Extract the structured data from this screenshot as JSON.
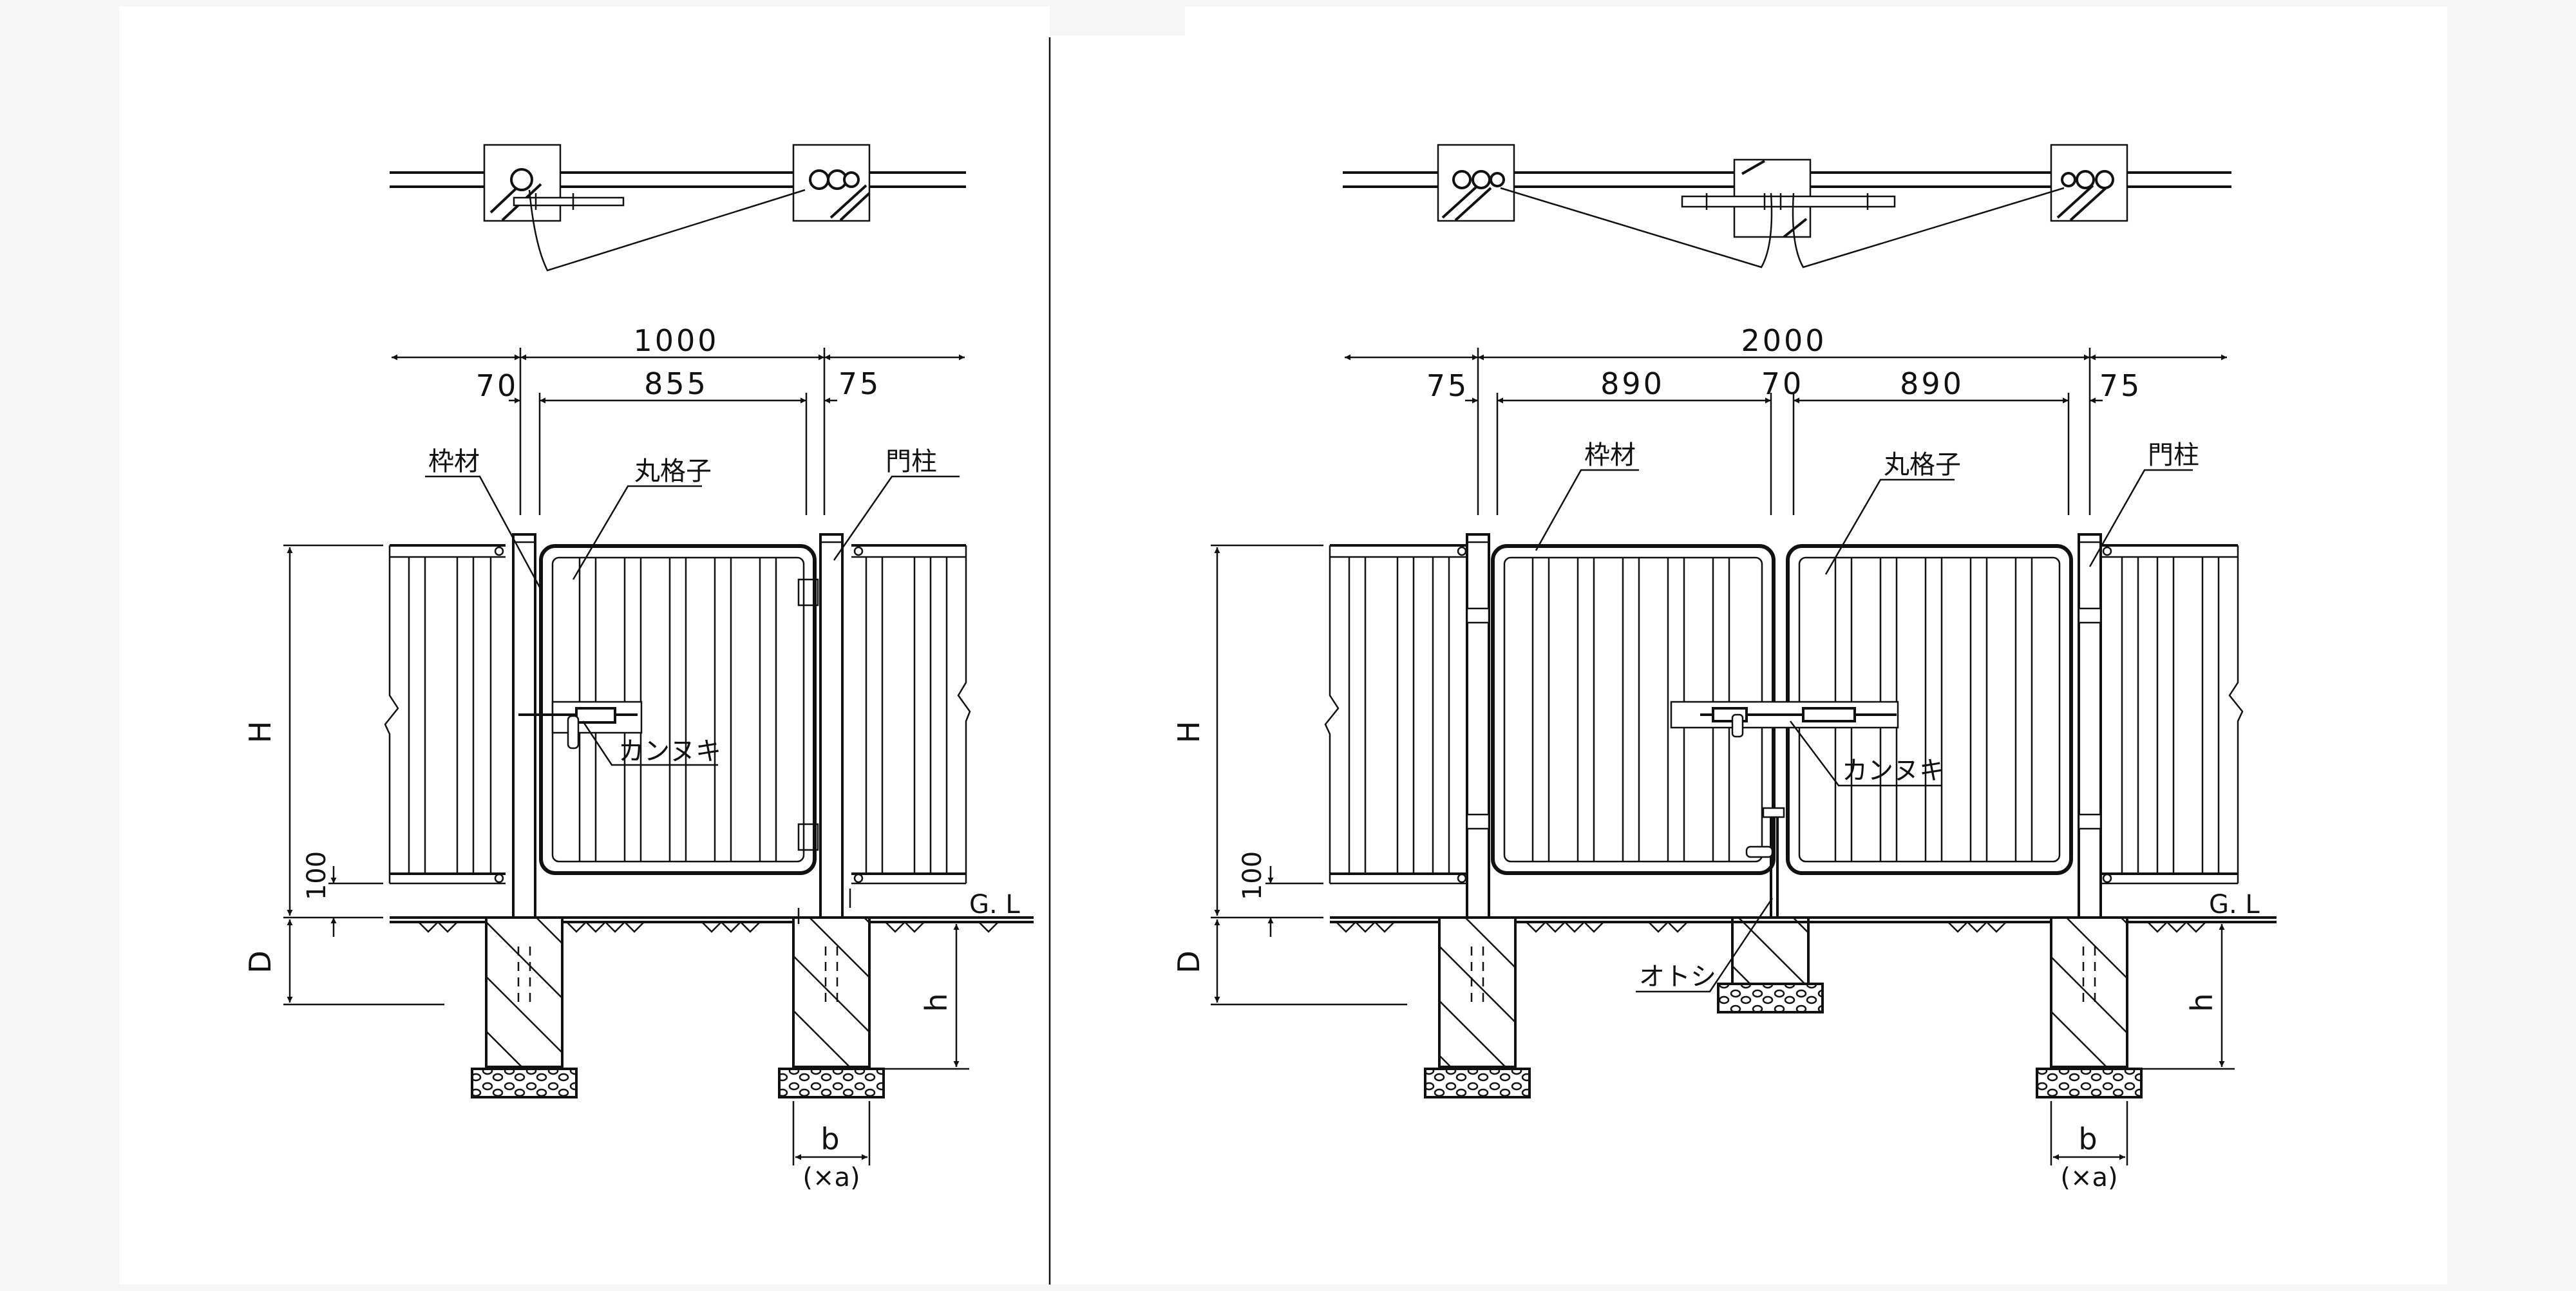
{
  "left_gate": {
    "overall_width": "1000",
    "post_left_width": "70",
    "opening_width": "855",
    "post_right_width": "75",
    "label_frame": "枠材",
    "label_round_bars": "丸格子",
    "label_gate_post": "門柱",
    "label_latch": "カンヌキ",
    "label_height": "H",
    "label_bottom_gap": "100",
    "label_depth": "D",
    "label_ground_line": "G. L",
    "label_footing_depth": "h",
    "label_footing_width": "b",
    "label_footing_width_alt": "(×a)"
  },
  "right_gate": {
    "overall_width": "2000",
    "post_left_width": "75",
    "leaf_left_width": "890",
    "center_gap": "70",
    "leaf_right_width": "890",
    "post_right_width": "75",
    "label_frame": "枠材",
    "label_round_bars": "丸格子",
    "label_gate_post": "門柱",
    "label_latch": "カンヌキ",
    "label_drop_bolt": "オトシ",
    "label_height": "H",
    "label_bottom_gap": "100",
    "label_depth": "D",
    "label_ground_line": "G. L",
    "label_footing_depth": "h",
    "label_footing_width": "b",
    "label_footing_width_alt": "(×a)"
  }
}
